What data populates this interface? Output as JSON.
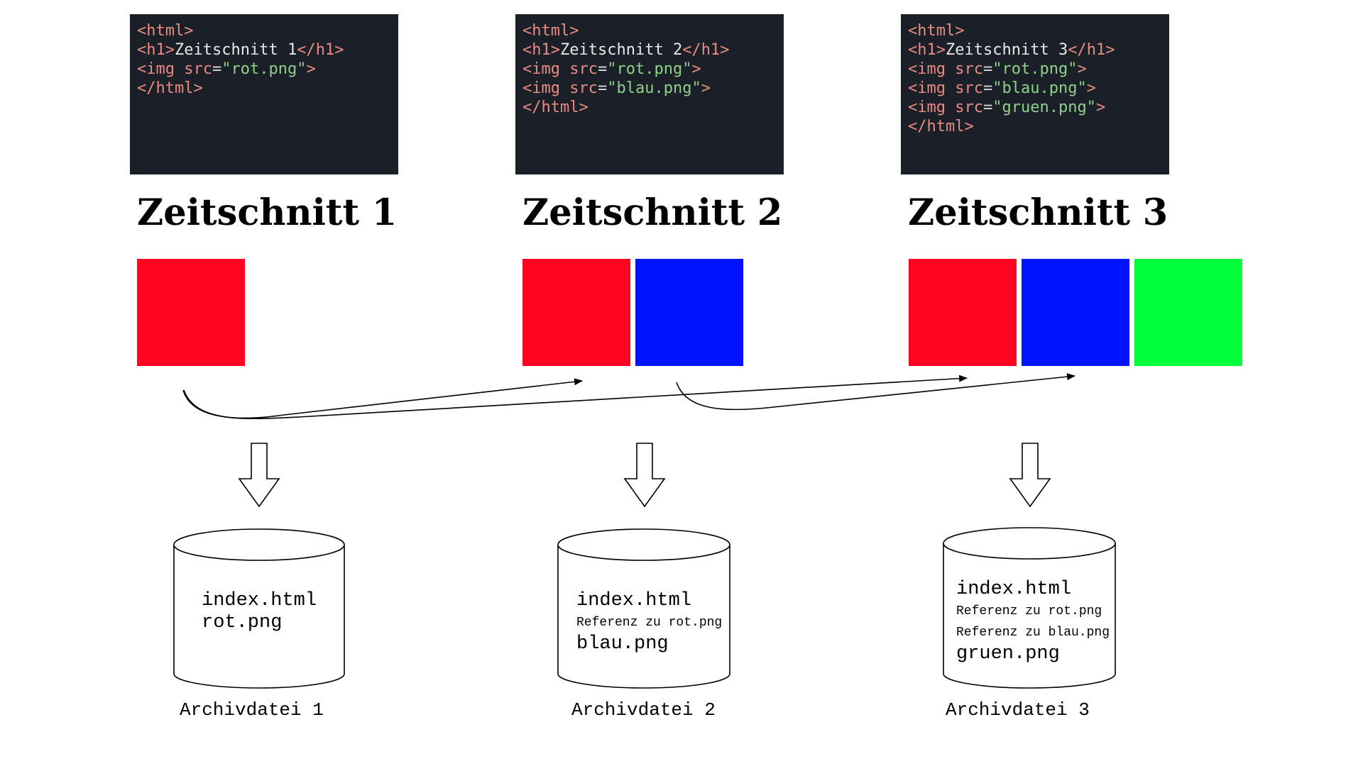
{
  "snapshots": [
    {
      "code": [
        [
          {
            "t": "<",
            "c": "br"
          },
          {
            "t": "html",
            "c": "tag"
          },
          {
            "t": ">",
            "c": "br"
          }
        ],
        [
          {
            "t": "<",
            "c": "br"
          },
          {
            "t": "h1",
            "c": "tag"
          },
          {
            "t": ">",
            "c": "br"
          },
          {
            "t": "Zeitschnitt 1",
            "c": "txt"
          },
          {
            "t": "</",
            "c": "br"
          },
          {
            "t": "h1",
            "c": "tag"
          },
          {
            "t": ">",
            "c": "br"
          }
        ],
        [
          {
            "t": "<",
            "c": "br"
          },
          {
            "t": "img ",
            "c": "tag"
          },
          {
            "t": "src",
            "c": "attr"
          },
          {
            "t": "=",
            "c": "eq"
          },
          {
            "t": "\"rot.png\"",
            "c": "str"
          },
          {
            "t": ">",
            "c": "br"
          }
        ],
        [
          {
            "t": "</",
            "c": "br"
          },
          {
            "t": "html",
            "c": "tag"
          },
          {
            "t": ">",
            "c": "br"
          }
        ]
      ],
      "heading": "Zeitschnitt 1",
      "images": [
        "#ff0420"
      ],
      "archive": {
        "lines": [
          {
            "text": "index.html",
            "size": "big"
          },
          {
            "text": "rot.png",
            "size": "big"
          }
        ],
        "label": "Archivdatei 1"
      }
    },
    {
      "code": [
        [
          {
            "t": "<",
            "c": "br"
          },
          {
            "t": "html",
            "c": "tag"
          },
          {
            "t": ">",
            "c": "br"
          }
        ],
        [
          {
            "t": "<",
            "c": "br"
          },
          {
            "t": "h1",
            "c": "tag"
          },
          {
            "t": ">",
            "c": "br"
          },
          {
            "t": "Zeitschnitt 2",
            "c": "txt"
          },
          {
            "t": "</",
            "c": "br"
          },
          {
            "t": "h1",
            "c": "tag"
          },
          {
            "t": ">",
            "c": "br"
          }
        ],
        [
          {
            "t": "<",
            "c": "br"
          },
          {
            "t": "img ",
            "c": "tag"
          },
          {
            "t": "src",
            "c": "attr"
          },
          {
            "t": "=",
            "c": "eq"
          },
          {
            "t": "\"rot.png\"",
            "c": "str"
          },
          {
            "t": ">",
            "c": "br"
          }
        ],
        [
          {
            "t": "<",
            "c": "br"
          },
          {
            "t": "img ",
            "c": "tag"
          },
          {
            "t": "src",
            "c": "attr"
          },
          {
            "t": "=",
            "c": "eq"
          },
          {
            "t": "\"blau.png\"",
            "c": "str"
          },
          {
            "t": ">",
            "c": "br"
          }
        ],
        [
          {
            "t": "</",
            "c": "br"
          },
          {
            "t": "html",
            "c": "tag"
          },
          {
            "t": ">",
            "c": "br"
          }
        ]
      ],
      "heading": "Zeitschnitt 2",
      "images": [
        "#ff0420",
        "#0013ff"
      ],
      "archive": {
        "lines": [
          {
            "text": "index.html",
            "size": "big"
          },
          {
            "text": "Referenz zu rot.png",
            "size": "small"
          },
          {
            "text": "blau.png",
            "size": "big"
          }
        ],
        "label": "Archivdatei 2"
      }
    },
    {
      "code": [
        [
          {
            "t": "<",
            "c": "br"
          },
          {
            "t": "html",
            "c": "tag"
          },
          {
            "t": ">",
            "c": "br"
          }
        ],
        [
          {
            "t": "<",
            "c": "br"
          },
          {
            "t": "h1",
            "c": "tag"
          },
          {
            "t": ">",
            "c": "br"
          },
          {
            "t": "Zeitschnitt 3",
            "c": "txt"
          },
          {
            "t": "</",
            "c": "br"
          },
          {
            "t": "h1",
            "c": "tag"
          },
          {
            "t": ">",
            "c": "br"
          }
        ],
        [
          {
            "t": "<",
            "c": "br"
          },
          {
            "t": "img ",
            "c": "tag"
          },
          {
            "t": "src",
            "c": "attr"
          },
          {
            "t": "=",
            "c": "eq"
          },
          {
            "t": "\"rot.png\"",
            "c": "str"
          },
          {
            "t": ">",
            "c": "br"
          }
        ],
        [
          {
            "t": "<",
            "c": "br"
          },
          {
            "t": "img ",
            "c": "tag"
          },
          {
            "t": "src",
            "c": "attr"
          },
          {
            "t": "=",
            "c": "eq"
          },
          {
            "t": "\"blau.png\"",
            "c": "str"
          },
          {
            "t": ">",
            "c": "br"
          }
        ],
        [
          {
            "t": "<",
            "c": "br"
          },
          {
            "t": "img ",
            "c": "tag"
          },
          {
            "t": "src",
            "c": "attr"
          },
          {
            "t": "=",
            "c": "eq"
          },
          {
            "t": "\"gruen.png\"",
            "c": "str"
          },
          {
            "t": ">",
            "c": "br"
          }
        ],
        [
          {
            "t": "</",
            "c": "br"
          },
          {
            "t": "html",
            "c": "tag"
          },
          {
            "t": ">",
            "c": "br"
          }
        ]
      ],
      "heading": "Zeitschnitt 3",
      "images": [
        "#ff0420",
        "#0013ff",
        "#00ff3b"
      ],
      "archive": {
        "lines": [
          {
            "text": "index.html",
            "size": "big"
          },
          {
            "text": "Referenz zu rot.png",
            "size": "small"
          },
          {
            "text": "Referenz zu blau.png",
            "size": "small"
          },
          {
            "text": "gruen.png",
            "size": "big"
          }
        ],
        "label": "Archivdatei 3"
      }
    }
  ],
  "colors": {
    "code_background": "#1b1f27",
    "arrow_stroke": "#000000"
  }
}
